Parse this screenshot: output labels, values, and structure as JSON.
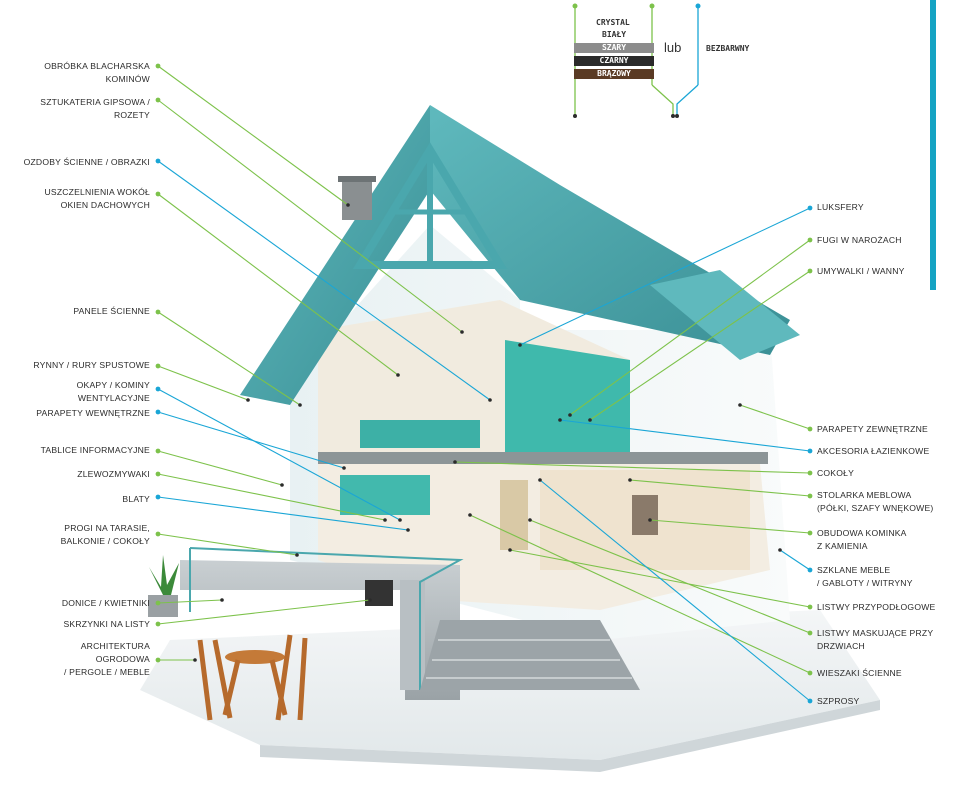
{
  "legend": {
    "crystal": "CRYSTAL",
    "bialy": "BIAŁY",
    "szary": "SZARY",
    "czarny": "CZARNY",
    "brazowy": "BRĄZOWY",
    "lub": "lub",
    "bezbarwny": "BEZBARWNY"
  },
  "colors": {
    "green_line": "#7dc24b",
    "blue_line": "#1aa6d6",
    "teal_roof": "#4aa7ad",
    "accent_bar": "#15a3c3",
    "chip_szary": "#8c8c8c",
    "chip_czarny": "#2a2a2a",
    "chip_brazowy": "#5a3a24"
  },
  "labels_left": [
    {
      "text": "OBRÓBKA BLACHARSKA\nKOMINÓW",
      "color": "green"
    },
    {
      "text": "SZTUKATERIA GIPSOWA /\nROZETY",
      "color": "green"
    },
    {
      "text": "OZDOBY ŚCIENNE / OBRAZKI",
      "color": "blue"
    },
    {
      "text": "USZCZELNIENIA WOKÓŁ\nOKIEN DACHOWYCH",
      "color": "green"
    },
    {
      "text": "PANELE ŚCIENNE",
      "color": "green"
    },
    {
      "text": "RYNNY / RURY SPUSTOWE",
      "color": "green"
    },
    {
      "text": "OKAPY / KOMINY\nWENTYLACYJNE",
      "color": "blue"
    },
    {
      "text": "PARAPETY WEWNĘTRZNE",
      "color": "blue"
    },
    {
      "text": "TABLICE INFORMACYJNE",
      "color": "green"
    },
    {
      "text": "ZLEWOZMYWAKI",
      "color": "green"
    },
    {
      "text": "BLATY",
      "color": "blue"
    },
    {
      "text": "PROGI NA TARASIE,\nBALKONIE / COKOŁY",
      "color": "green"
    },
    {
      "text": "DONICE / KWIETNIKI",
      "color": "green"
    },
    {
      "text": "SKRZYNKI NA LISTY",
      "color": "green"
    },
    {
      "text": "ARCHITEKTURA\nOGRODOWA\n/ PERGOLE / MEBLE",
      "color": "green"
    }
  ],
  "labels_right": [
    {
      "text": "LUKSFERY",
      "color": "blue"
    },
    {
      "text": "FUGI W NAROŻACH",
      "color": "green"
    },
    {
      "text": "UMYWALKI / WANNY",
      "color": "green"
    },
    {
      "text": "PARAPETY ZEWNĘTRZNE",
      "color": "green"
    },
    {
      "text": "AKCESORIA ŁAZIENKOWE",
      "color": "blue"
    },
    {
      "text": "COKOŁY",
      "color": "green"
    },
    {
      "text": "STOLARKA MEBLOWA\n(PÓŁKI, SZAFY WNĘKOWE)",
      "color": "green"
    },
    {
      "text": "OBUDOWA KOMINKA\nZ KAMIENIA",
      "color": "green"
    },
    {
      "text": "SZKLANE MEBLE\n/ GABLOTY / WITRYNY",
      "color": "blue"
    },
    {
      "text": "LISTWY PRZYPODŁOGOWE",
      "color": "green"
    },
    {
      "text": "LISTWY MASKUJĄCE PRZY\nDRZWIACH",
      "color": "green"
    },
    {
      "text": "WIESZAKI ŚCIENNE",
      "color": "green"
    },
    {
      "text": "SZPROSY",
      "color": "blue"
    }
  ]
}
